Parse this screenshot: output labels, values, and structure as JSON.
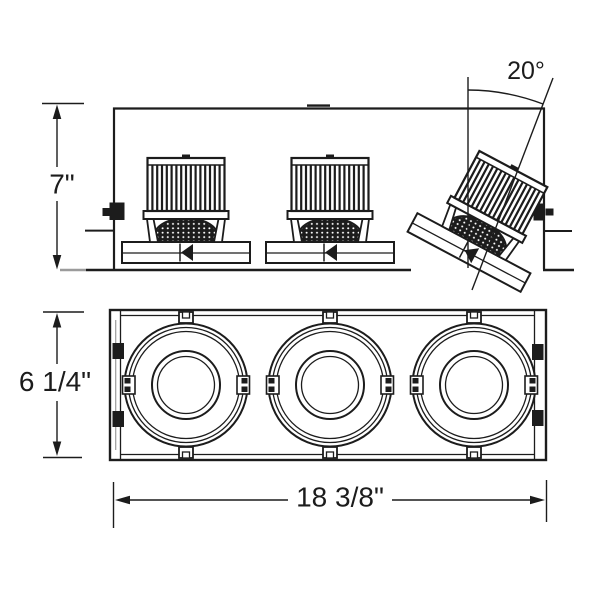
{
  "page": {
    "background": "#ffffff"
  },
  "drawing": {
    "line_color": "#1c1c1c",
    "muted_line_color": "#9b9b9b",
    "labels": {
      "side_height": "7\"",
      "tilt_angle": "20°",
      "front_height": "6 1/4\"",
      "front_width": "18 3/8\""
    }
  }
}
